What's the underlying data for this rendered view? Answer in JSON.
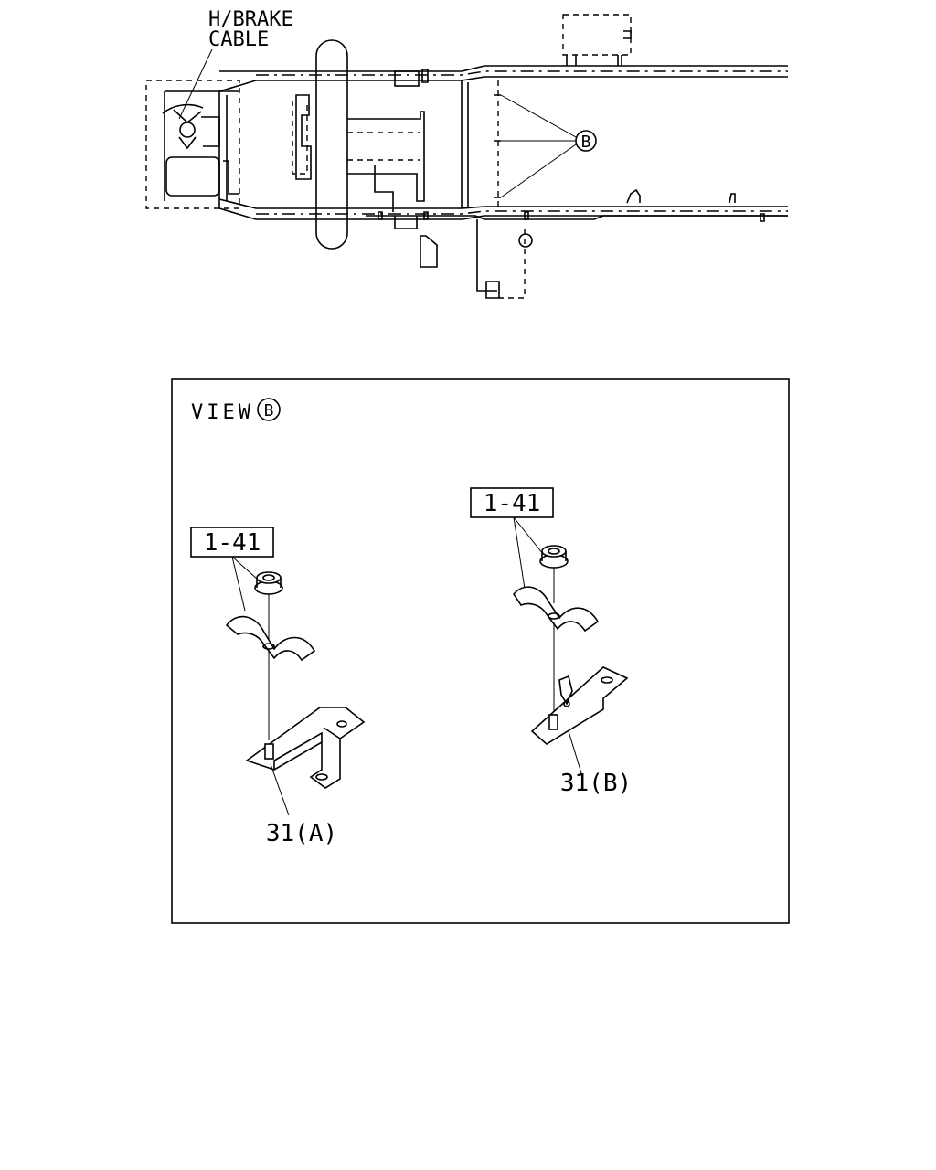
{
  "labels": {
    "hbrake_line1": "H/BRAKE",
    "hbrake_line2": "CABLE",
    "callout_b": "B",
    "view_text": "VIEW",
    "view_letter": "B",
    "part_nut_left": "1-41",
    "part_nut_right": "1-41",
    "part_bracket_left": "31(A)",
    "part_bracket_right": "31(B)"
  }
}
